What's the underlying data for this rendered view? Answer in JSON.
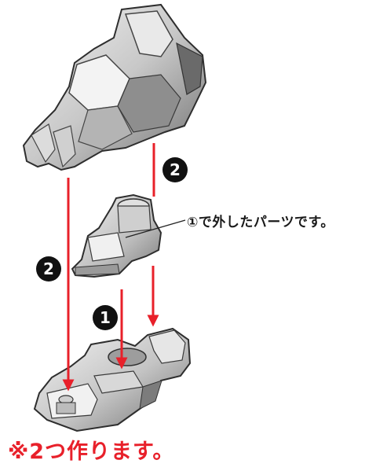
{
  "callout": {
    "text": "①で外したパーツです。"
  },
  "steps": [
    {
      "number": "2",
      "role": "upper-step-marker"
    },
    {
      "number": "2",
      "role": "left-step-marker"
    },
    {
      "number": "1",
      "role": "center-step-marker"
    }
  ],
  "note": {
    "text": "※2つ作ります。"
  },
  "colors": {
    "arrow": "#e8202a",
    "note": "#e8202a",
    "badge": "#111111",
    "part": "#d9d9d9"
  }
}
